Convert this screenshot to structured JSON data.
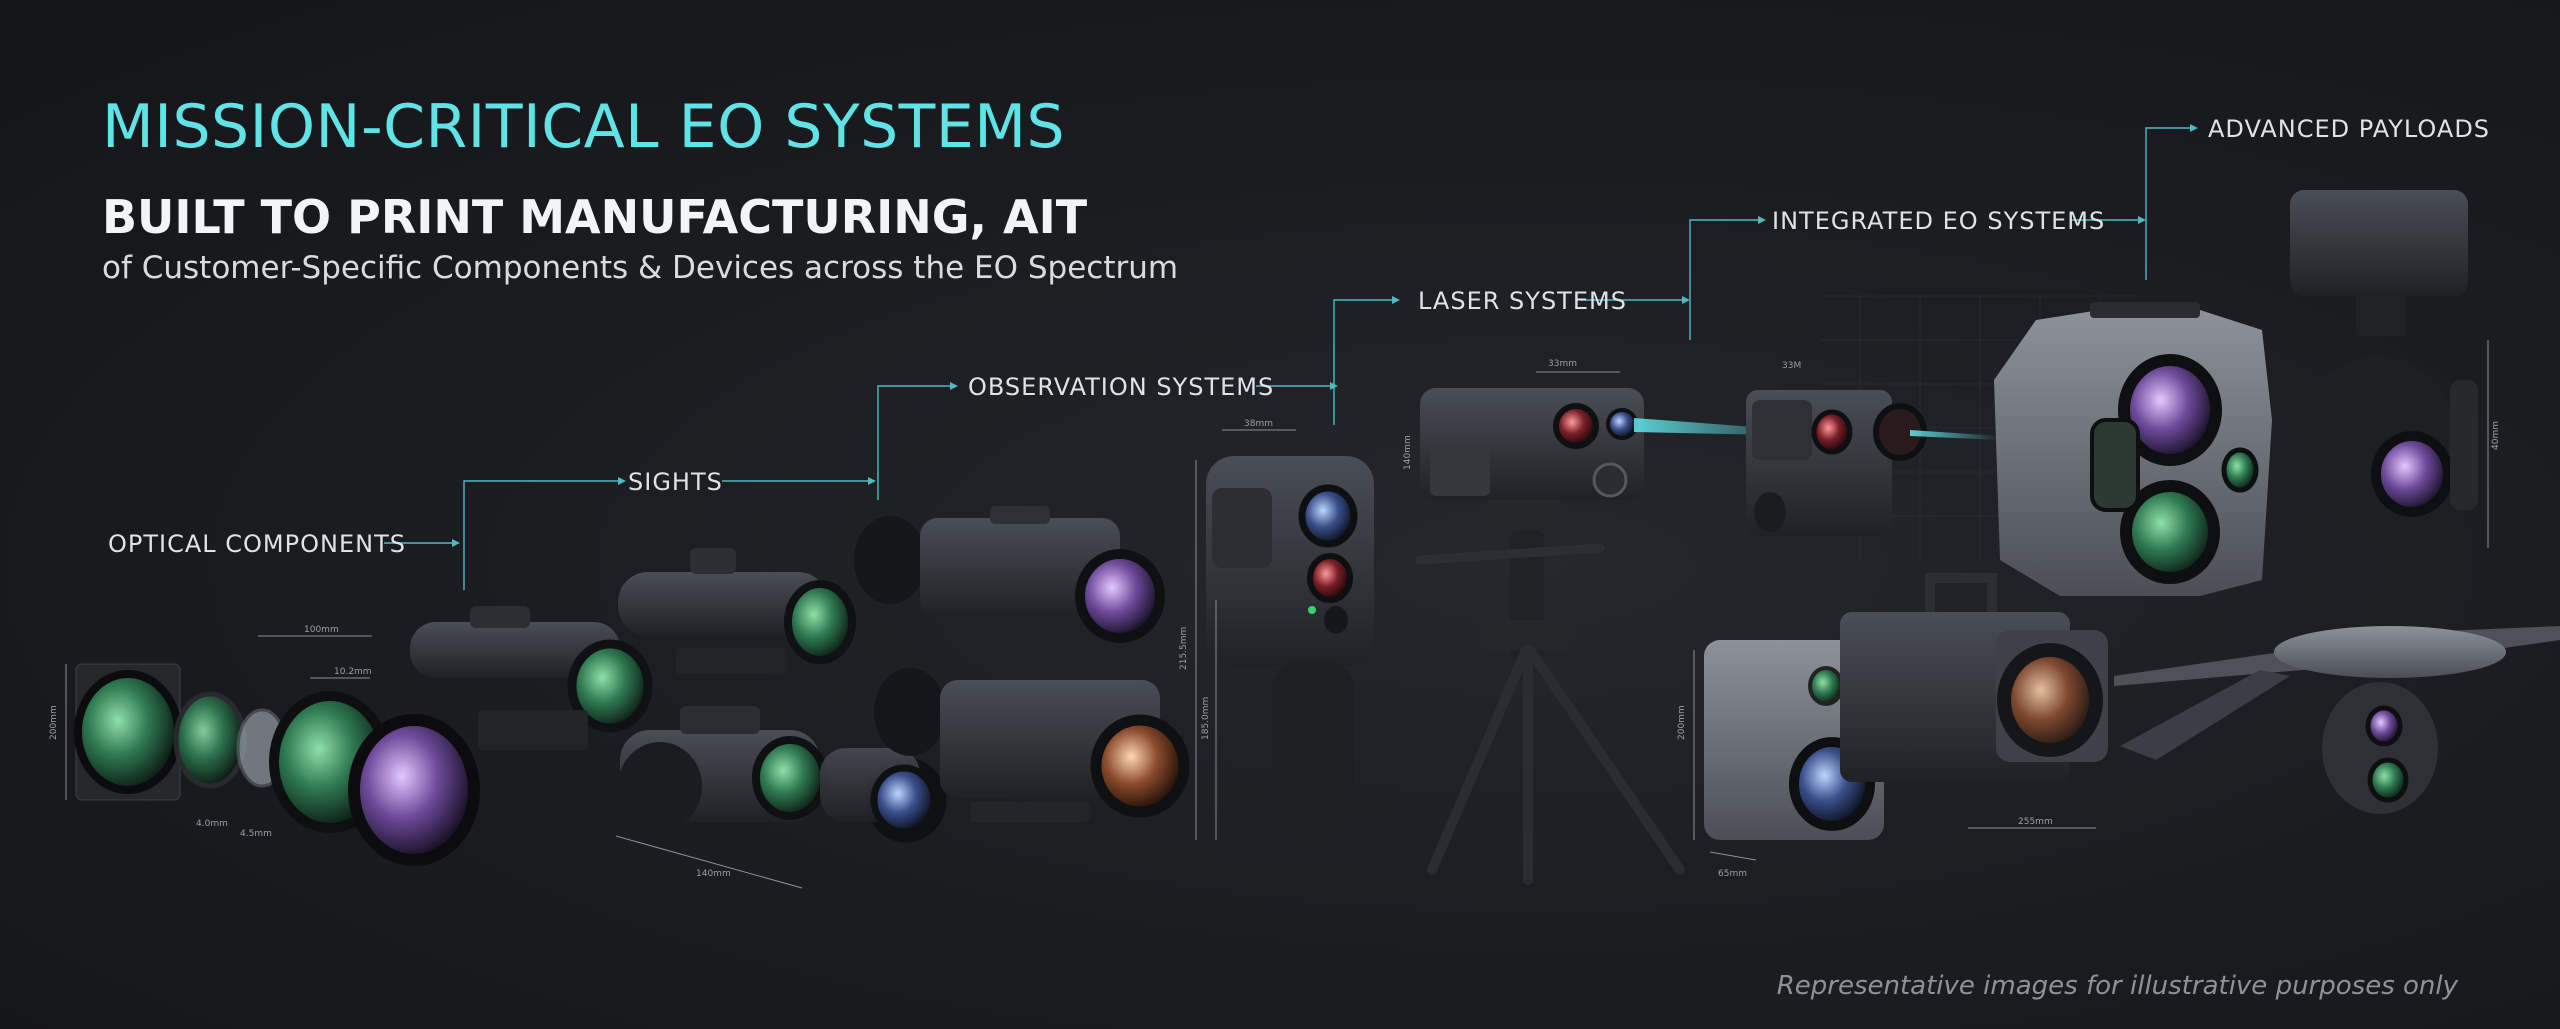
{
  "header": {
    "title": "MISSION-CRITICAL EO SYSTEMS",
    "subtitle": "BUILT TO PRINT MANUFACTURING, AIT",
    "tagline": "of Customer-Specific Components & Devices across the EO Spectrum"
  },
  "categories": [
    {
      "label": "OPTICAL COMPONENTS"
    },
    {
      "label": "SIGHTS"
    },
    {
      "label": "OBSERVATION SYSTEMS"
    },
    {
      "label": "LASER SYSTEMS"
    },
    {
      "label": "INTEGRATED EO SYSTEMS"
    },
    {
      "label": "ADVANCED PAYLOADS"
    }
  ],
  "dimensions": {
    "lens_height": "200mm",
    "lens_width": "100mm",
    "lens_inner": "10.2mm",
    "lens_gap_a": "4.0mm",
    "lens_gap_b": "4.5mm",
    "goggle_width": "140mm",
    "hand_top": "38mm",
    "hand_h1": "215.5mm",
    "hand_h2": "185.0mm",
    "laser_top": "33mm",
    "laser_side": "140mm",
    "int_top": "33M",
    "thermal_h": "200mm",
    "thermal_w": "65mm",
    "box_w": "255mm",
    "gimbal_h": "40mm"
  },
  "footer": {
    "disclaimer": "Representative images for illustrative purposes only"
  },
  "colors": {
    "accent": "#5fe3e6",
    "background": "#1b1d21"
  }
}
